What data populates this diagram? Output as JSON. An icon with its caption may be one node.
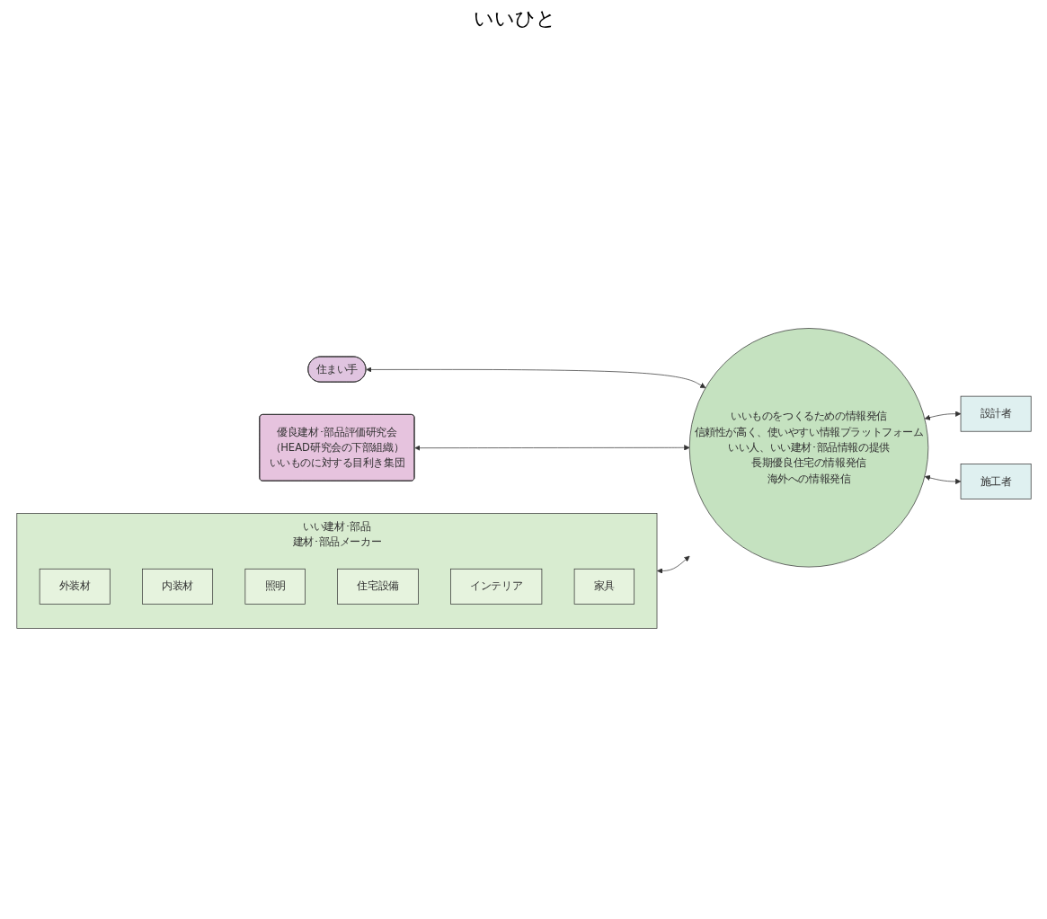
{
  "diagram": {
    "nodes": [
      {
        "text": [
          "住まい手"
        ]
      },
      {
        "text": [
          "いいものをつくるための情報発信",
          "信頼性が高く、使いやすい情報プラットフォーム",
          "いい人、いい建材･部品情報の提供",
          "長期優良住宅の情報発信",
          "海外への情報発信"
        ]
      },
      {
        "text": [
          "いい建材･部品",
          "建材･部品メーカー"
        ]
      },
      {
        "text": [
          "外装材"
        ],
        "in": 2
      },
      {
        "text": [
          "内装材"
        ],
        "in": 2
      },
      {
        "text": [
          "照明"
        ],
        "in": 2
      },
      {
        "text": [
          "住宅設備"
        ],
        "in": 2
      },
      {
        "text": [
          "インテリア"
        ],
        "in": 2
      },
      {
        "text": [
          "家具"
        ],
        "in": 2
      },
      {
        "text": [
          "設計者"
        ]
      },
      {
        "text": [
          "施工者"
        ]
      },
      {
        "text": [
          "優良建材･部品評価研究会",
          "（HEAD研究会の下部組織）",
          "いいものに対する目利き集団"
        ]
      }
    ],
    "edges": [
      {
        "from": 0,
        "to": 1,
        "arrow": "both"
      },
      {
        "from": 2,
        "to": 1,
        "arrow": "both"
      },
      {
        "from": 1,
        "to": 9,
        "arrow": "both"
      },
      {
        "from": 1,
        "to": 10,
        "arrow": "both"
      },
      {
        "from": 11,
        "to": 1,
        "arrow": "both"
      }
    ],
    "labels": [
      "いいひと"
    ]
  }
}
